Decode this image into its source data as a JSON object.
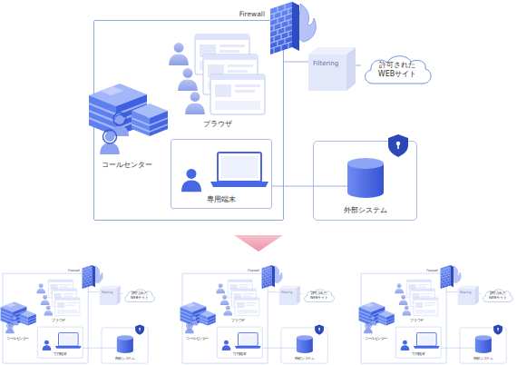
{
  "diagram": {
    "nodes": [
      {
        "text": [
          "Firewall"
        ]
      },
      {
        "text": [
          "Filtering"
        ]
      },
      {
        "text": [
          "許可された WEBサイト"
        ]
      },
      {
        "text": [
          "専用端末"
        ],
        "in": 0
      },
      {
        "text": [
          "外部システム"
        ]
      },
      {
        "text": [
          "Firewall"
        ]
      },
      {
        "text": [
          "Filtering"
        ]
      },
      {
        "text": [
          "許可された WEBサイト"
        ]
      },
      {
        "text": [
          "専用端末"
        ],
        "in": 5
      },
      {
        "text": [
          "外部システム"
        ]
      },
      {
        "text": [
          "Firewall"
        ]
      },
      {
        "text": [
          "Filtering"
        ]
      },
      {
        "text": [
          "許可された WEBサイト"
        ]
      },
      {
        "text": [
          "専用端末"
        ],
        "in": 10
      },
      {
        "text": [
          "外部システム"
        ]
      },
      {
        "text": [
          "Firewall"
        ]
      },
      {
        "text": [
          "Filtering"
        ]
      },
      {
        "text": [
          "許可された WEBサイト"
        ]
      },
      {
        "text": [
          "専用端末"
        ],
        "in": 15
      },
      {
        "text": [
          "外部システム"
        ]
      }
    ],
    "edges": [
      {
        "from": 0,
        "to": 1,
        "arrow": "none"
      },
      {
        "from": 1,
        "to": 2,
        "arrow": "none"
      },
      {
        "from": 3,
        "to": 4,
        "arrow": "none"
      },
      {
        "from": 5,
        "to": 6,
        "arrow": "none"
      },
      {
        "from": 6,
        "to": 7,
        "arrow": "none"
      },
      {
        "from": 8,
        "to": 9,
        "arrow": "none"
      },
      {
        "from": 10,
        "to": 11,
        "arrow": "none"
      },
      {
        "from": 11,
        "to": 12,
        "arrow": "none"
      },
      {
        "from": 13,
        "to": 14,
        "arrow": "none"
      },
      {
        "from": 15,
        "to": 16,
        "arrow": "none"
      },
      {
        "from": 16,
        "to": 17,
        "arrow": "none"
      },
      {
        "from": 18,
        "to": 19,
        "arrow": "none"
      }
    ],
    "labels": [
      "ブラウザ",
      "コールセンター",
      "ブラウザ",
      "コールセンター",
      "ブラウザ",
      "コールセンター",
      "ブラウザ",
      "コールセンター"
    ]
  }
}
